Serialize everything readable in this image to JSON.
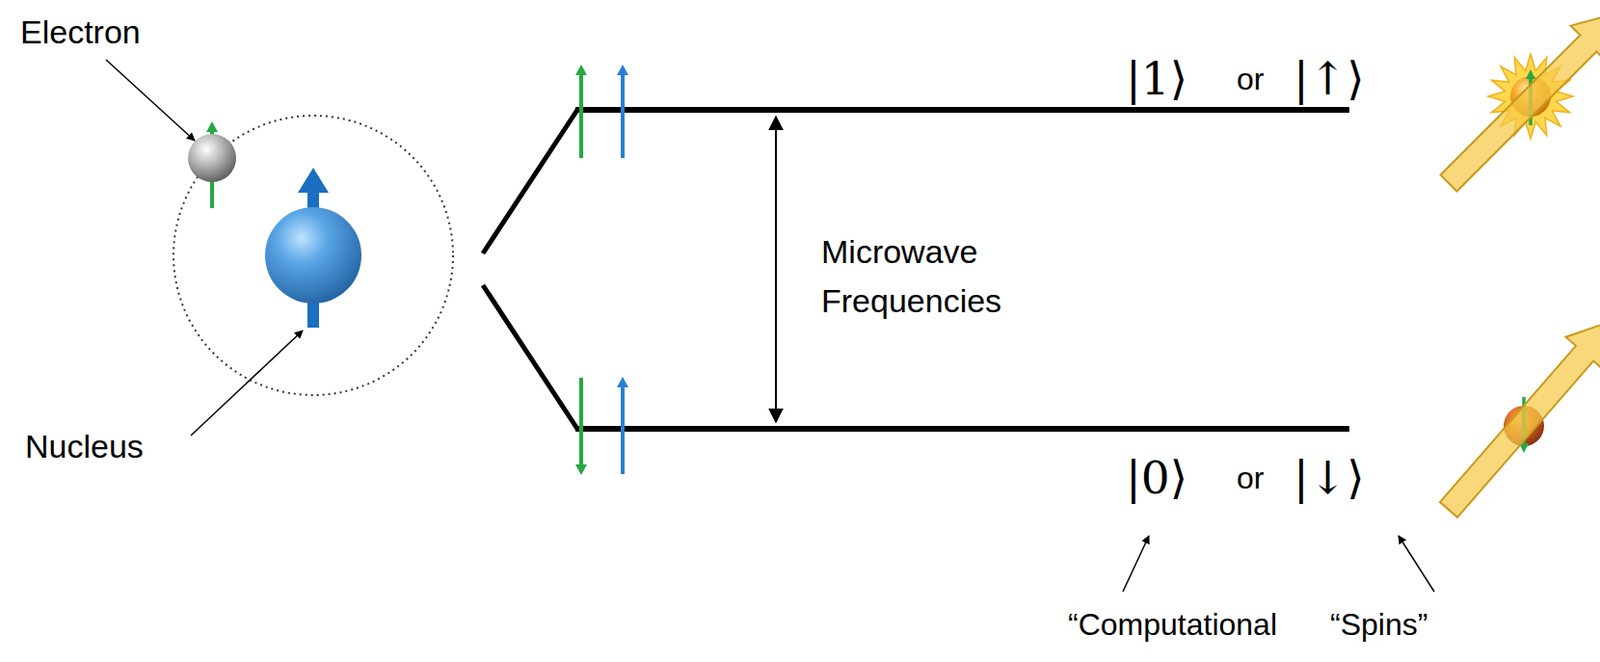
{
  "diagram": {
    "labels": [
      "Electron",
      "Nucleus",
      "Microwave Frequencies",
      "|1⟩",
      "or",
      "|↑⟩",
      "|0⟩",
      "or",
      "|↓⟩",
      "“Computational",
      "“Spins”"
    ]
  }
}
